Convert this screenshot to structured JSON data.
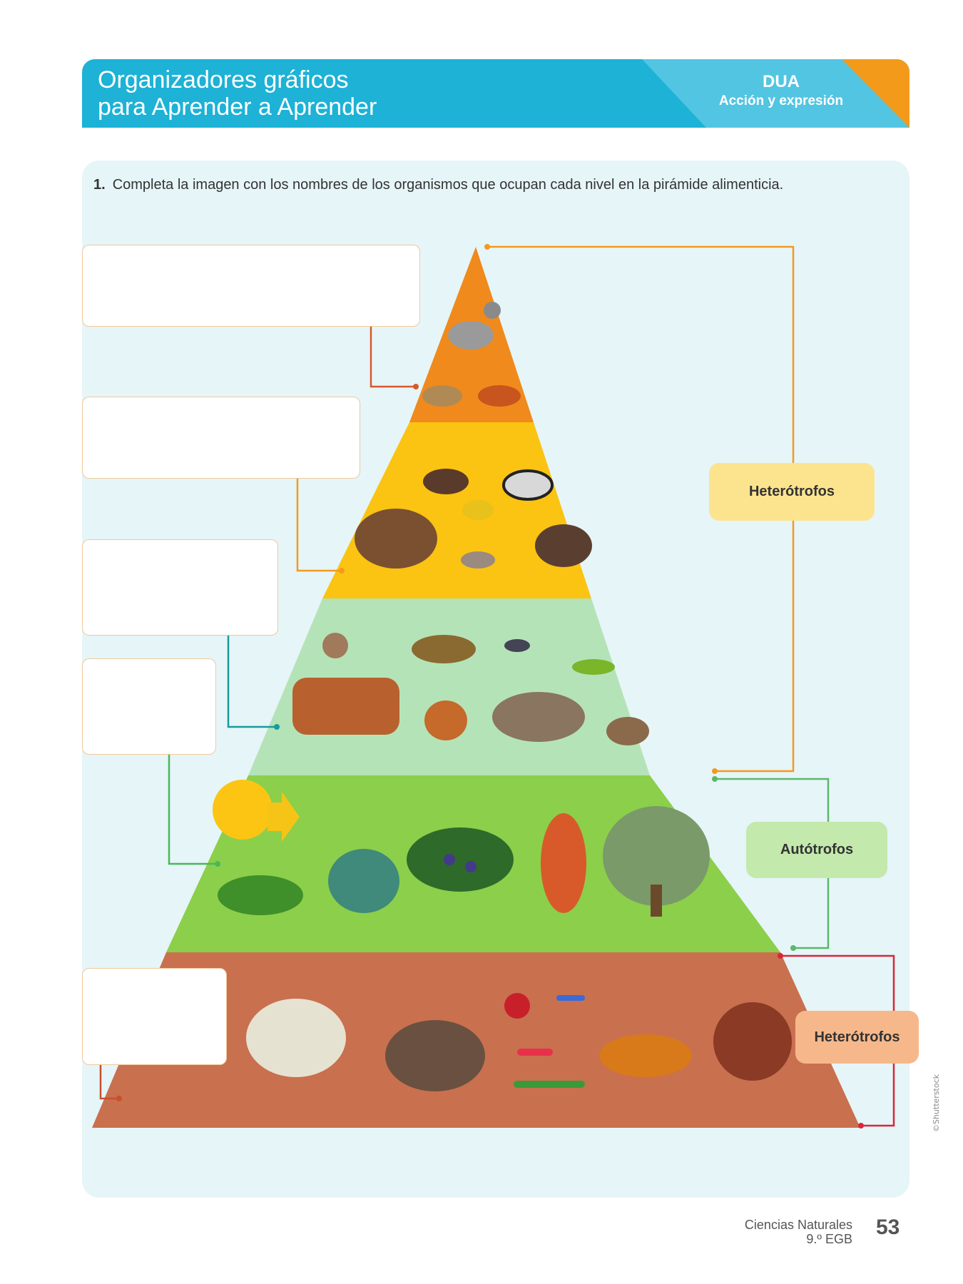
{
  "header": {
    "title_line1": "Organizadores gráficos",
    "title_line2": "para Aprender a Aprender",
    "badge_title": "DUA",
    "badge_subtitle": "Acción y expresión",
    "colors": {
      "primary": "#1db2d6",
      "secondary": "#52c5e2",
      "accent": "#f49a1a"
    }
  },
  "exercise": {
    "number": "1.",
    "instruction": "Completa la imagen con los nombres de los organismos que ocupan cada nivel en la pirámide alimenticia."
  },
  "pyramid": {
    "levels": [
      {
        "name": "top-carnivores",
        "color": "#f08a1c",
        "organisms": [
          "wolf-icon",
          "lynx-icon",
          "fox-icon"
        ]
      },
      {
        "name": "secondary-consumers",
        "color": "#fbc312",
        "organisms": [
          "bear-icon",
          "hedgehog-icon",
          "bird-icon",
          "badger-icon",
          "mouse-icon",
          "boar-icon"
        ]
      },
      {
        "name": "primary-consumers",
        "color": "#b5e3b8",
        "organisms": [
          "snail-icon",
          "tortoise-icon",
          "beetle-icon",
          "caterpillar-icon",
          "cow-icon",
          "squirrel-icon",
          "tapir-icon",
          "rabbit-icon"
        ]
      },
      {
        "name": "producers",
        "color": "#8ccf4a",
        "organisms": [
          "sun-icon",
          "grass-icon",
          "shrub-icon",
          "juniper-icon",
          "mango-icon",
          "tree-icon"
        ]
      },
      {
        "name": "decomposers",
        "color": "#c9704f",
        "organisms": [
          "mushrooms-icon",
          "toadstool-icon",
          "bacteria-icon",
          "fungi-icon",
          "worm-icon"
        ]
      }
    ],
    "labels": {
      "heterotrophs_top": "Heterótrofos",
      "autotrophs": "Autótrofos",
      "heterotrophs_bottom": "Heterótrofos"
    },
    "answer_boxes": [
      "",
      "",
      "",
      "",
      ""
    ]
  },
  "credit": "©Shutterstock",
  "footer": {
    "subject": "Ciencias Naturales",
    "grade": "9.º EGB",
    "page": "53"
  }
}
